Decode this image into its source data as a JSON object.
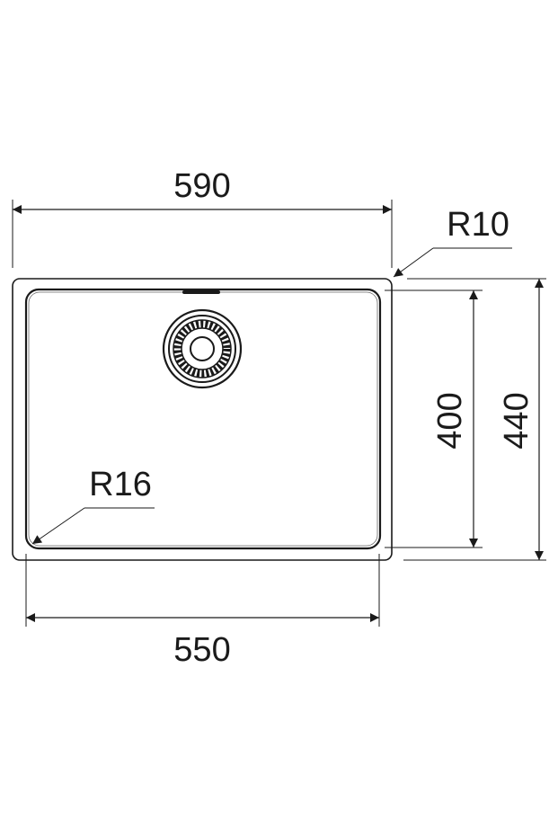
{
  "drawing": {
    "type": "sink technical drawing (top view)",
    "line_color": "#1a1a1a",
    "background": "#ffffff"
  },
  "dimensions": {
    "outer_width": "590",
    "inner_width": "550",
    "inner_depth": "400",
    "outer_depth": "440",
    "outer_radius": "R10",
    "inner_radius": "R16"
  },
  "features": {
    "drain": "strainer-waste drain",
    "overflow": "overflow slot"
  }
}
